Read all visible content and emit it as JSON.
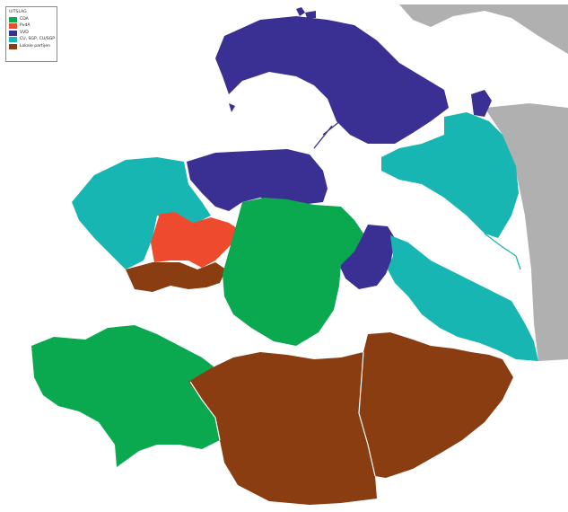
{
  "legend": {
    "title": "UITSLAG",
    "items": [
      {
        "label": "CDA",
        "color": "#0aa84f"
      },
      {
        "label": "PvdA",
        "color": "#ee4a2e"
      },
      {
        "label": "VVD",
        "color": "#3a2f93"
      },
      {
        "label": "CU, SGP, CU/SGP",
        "color": "#18b6b2"
      },
      {
        "label": "Lokale partijen",
        "color": "#8a3d10"
      }
    ]
  },
  "colors": {
    "background": "#ffffff",
    "neighbouring_land": "#b0b0b0",
    "borders": "#ffffff"
  }
}
